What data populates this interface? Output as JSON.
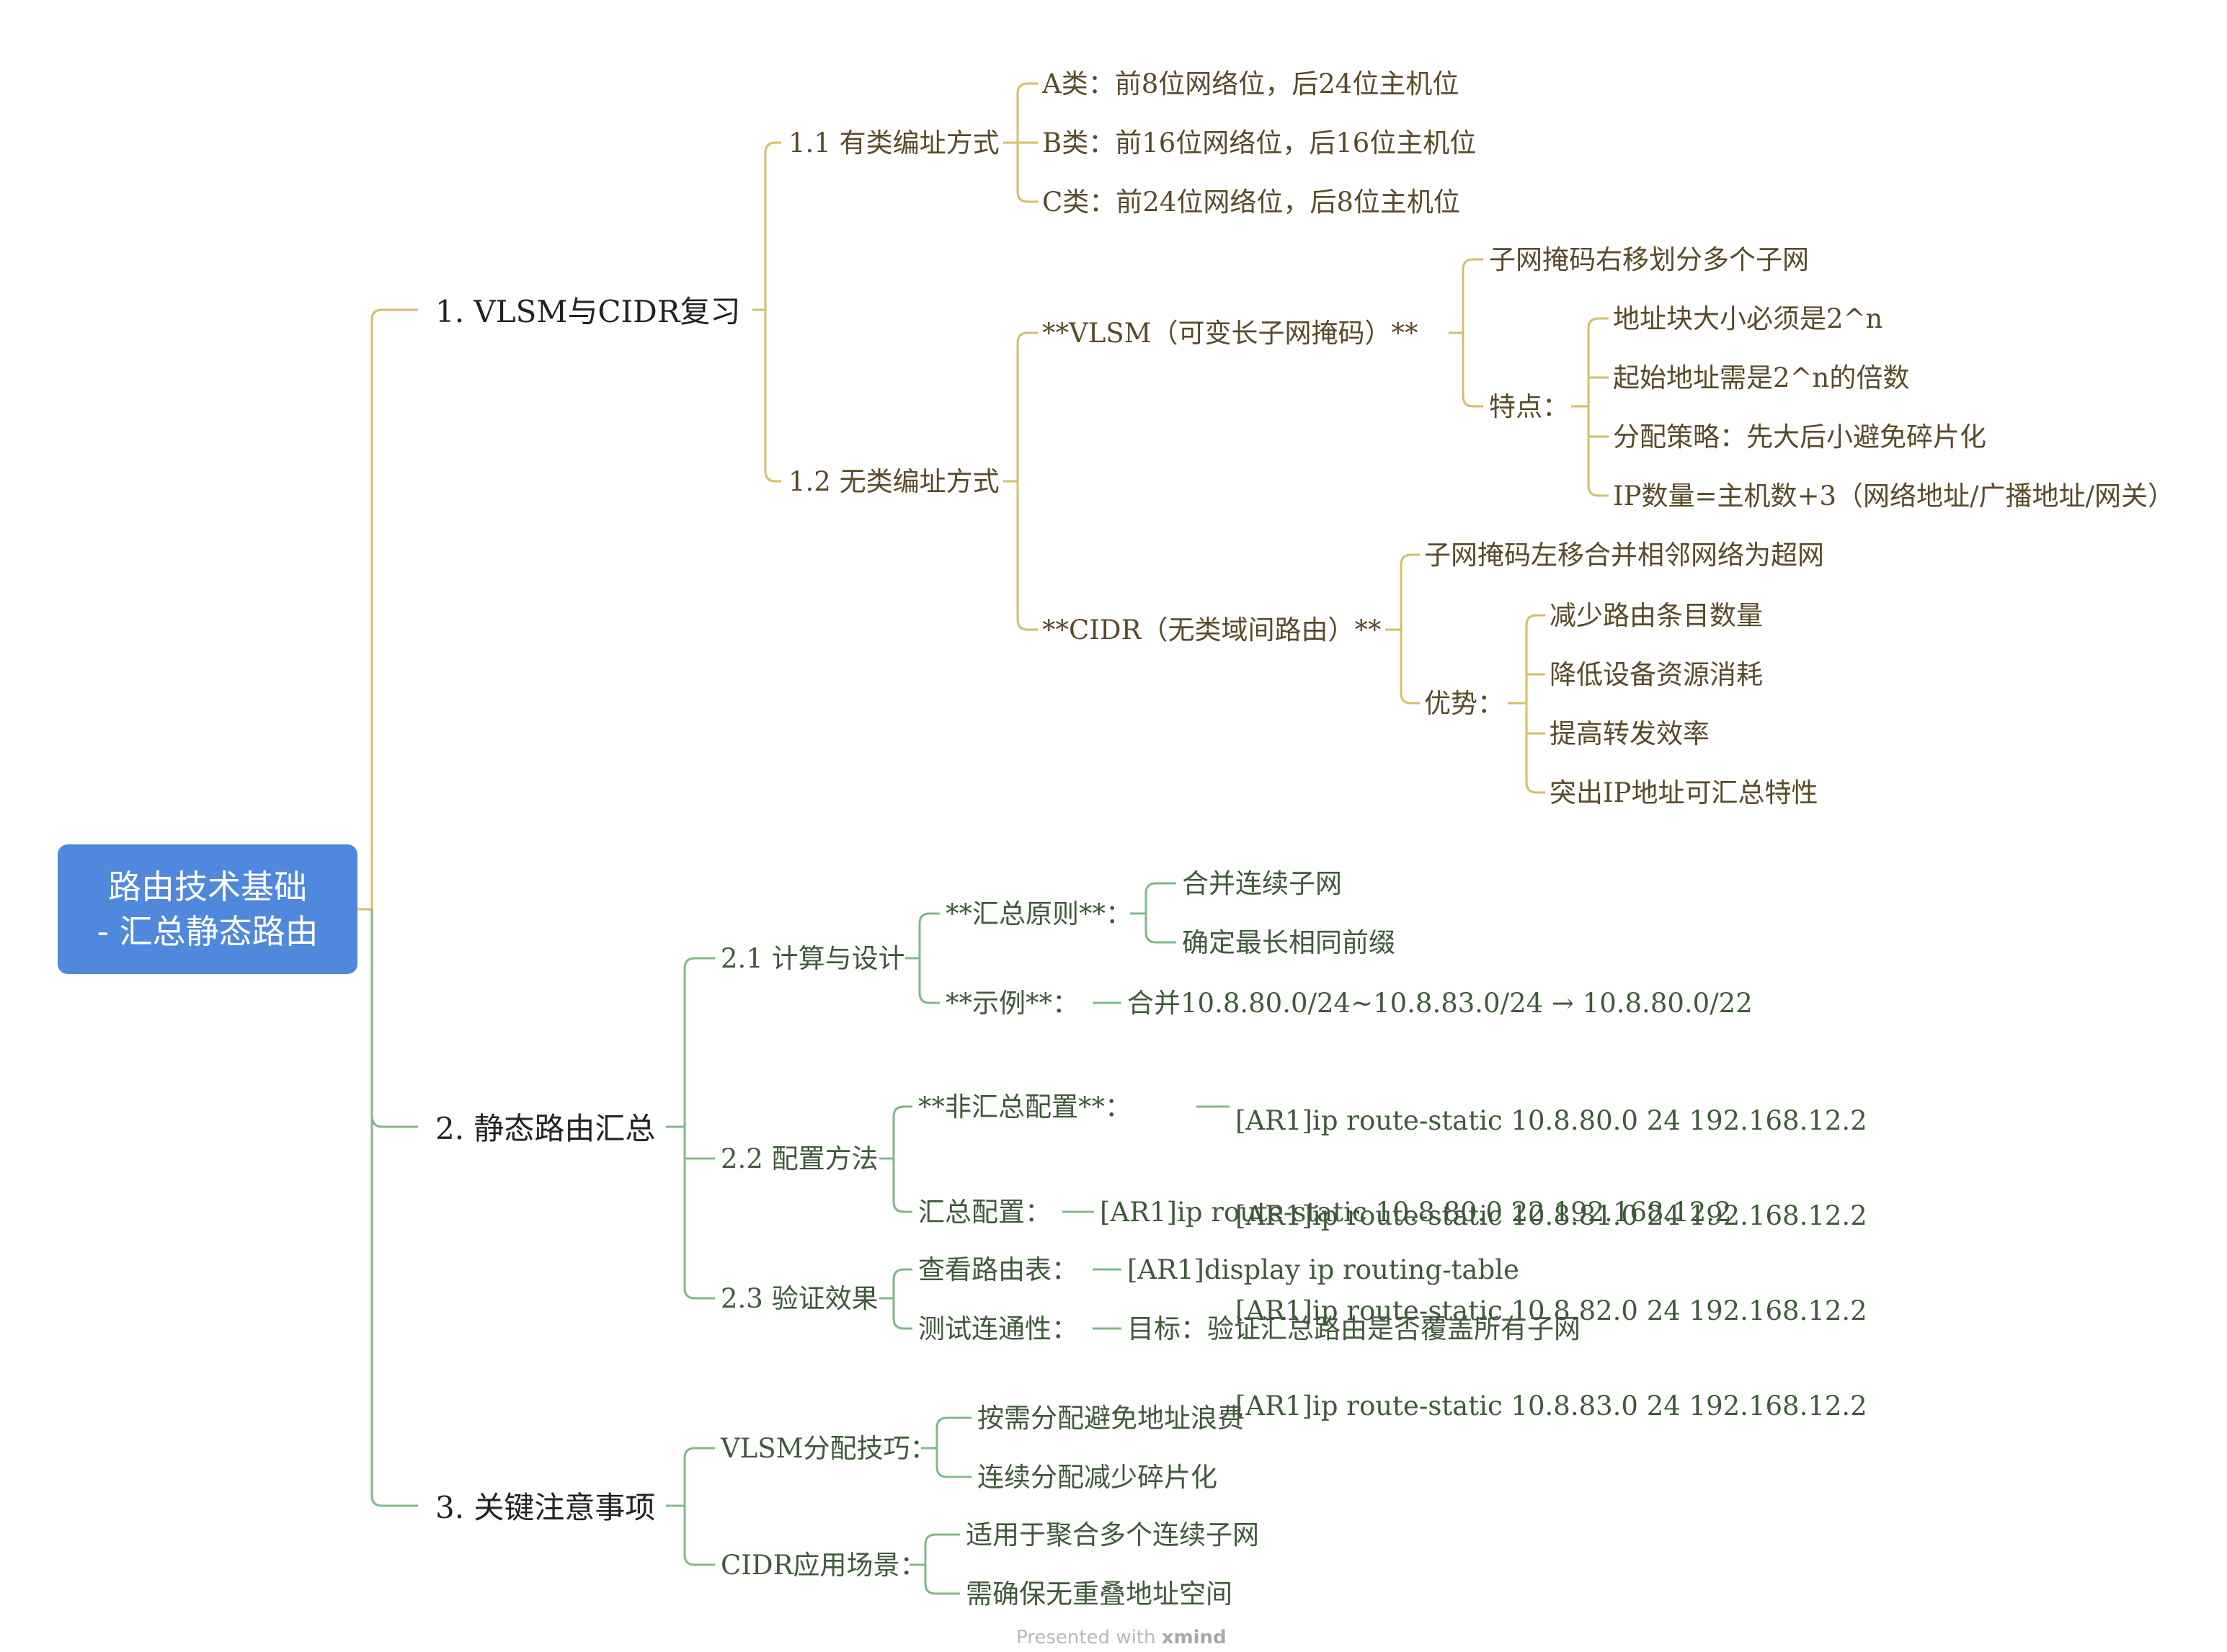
{
  "root": {
    "line1": "路由技术基础",
    "line2": "- 汇总静态路由"
  },
  "colors": {
    "root_fill": "#4F88DC",
    "branch1": "#D4BE6A",
    "branch2": "#7FB98A"
  },
  "b1": {
    "title": "1. VLSM与CIDR复习",
    "s11": {
      "title": "1.1 有类编址方式",
      "a": "A类：前8位网络位，后24位主机位",
      "b": "B类：前16位网络位，后16位主机位",
      "c": "C类：前24位网络位，后8位主机位"
    },
    "s12": {
      "title": "1.2 无类编址方式",
      "vlsm": {
        "title": "**VLSM（可变长子网掩码）**",
        "t1": "子网掩码右移划分多个子网",
        "feat": "特点：",
        "f": [
          "地址块大小必须是2^n",
          "起始地址需是2^n的倍数",
          "分配策略：先大后小避免碎片化",
          "IP数量=主机数+3（网络地址/广播地址/网关）"
        ]
      },
      "cidr": {
        "title": "**CIDR（无类域间路由）**",
        "t1": "子网掩码左移合并相邻网络为超网",
        "adv": "优势：",
        "a": [
          "减少路由条目数量",
          "降低设备资源消耗",
          "提高转发效率",
          "突出IP地址可汇总特性"
        ]
      }
    }
  },
  "b2": {
    "title": "2. 静态路由汇总",
    "s21": {
      "title": "2.1 计算与设计",
      "rule": "**汇总原则**：",
      "r": [
        "合并连续子网",
        "确定最长相同前缀"
      ],
      "ex": "**示例**：",
      "ex_val": "合并10.8.80.0/24~10.8.83.0/24 → 10.8.80.0/22"
    },
    "s22": {
      "title": "2.2 配置方法",
      "non": "**非汇总配置**：",
      "cmds": [
        "[AR1]ip route-static 10.8.80.0 24 192.168.12.2",
        "[AR1]ip route-static 10.8.81.0 24 192.168.12.2",
        "[AR1]ip route-static 10.8.82.0 24 192.168.12.2",
        "[AR1]ip route-static 10.8.83.0 24 192.168.12.2"
      ],
      "sum": "汇总配置：",
      "sum_cmd": "[AR1]ip route-static 10.8.80.0 22 192.168.12.2"
    },
    "s23": {
      "title": "2.3 验证效果",
      "view": "查看路由表：",
      "view_cmd": "[AR1]display ip routing-table",
      "test": "测试连通性：",
      "test_val": "目标：验证汇总路由是否覆盖所有子网"
    }
  },
  "b3": {
    "title": "3. 关键注意事项",
    "vlsm": {
      "title": "VLSM分配技巧：",
      "t": [
        "按需分配避免地址浪费",
        "连续分配减少碎片化"
      ]
    },
    "cidr": {
      "title": "CIDR应用场景：",
      "t": [
        "适用于聚合多个连续子网",
        "需确保无重叠地址空间"
      ]
    }
  },
  "footer": {
    "prefix": "Presented with ",
    "brand": "xmind"
  }
}
